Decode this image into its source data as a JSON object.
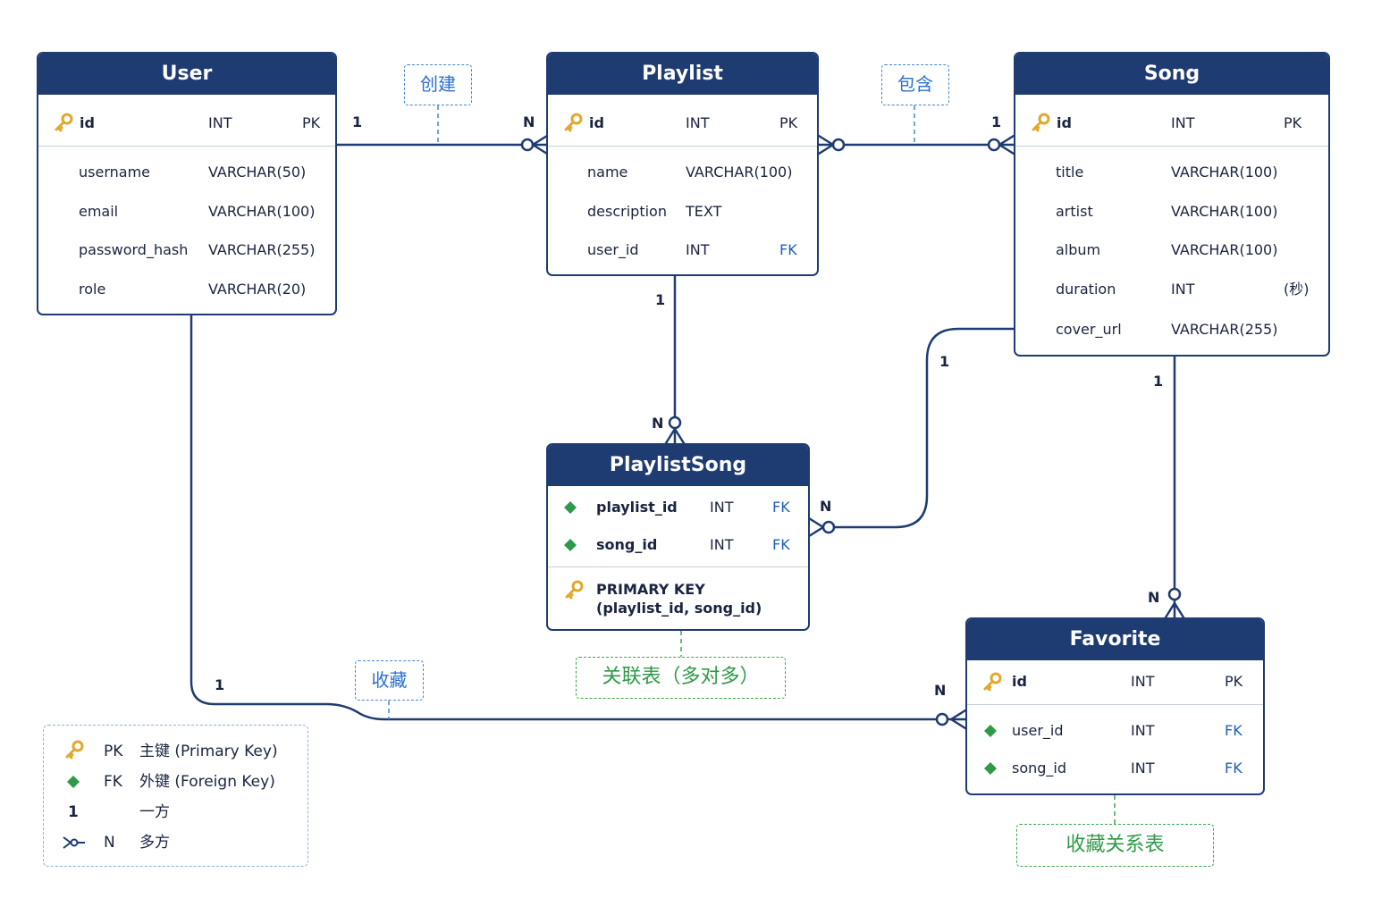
{
  "colors": {
    "header": "#1e3b72",
    "key": "#e0a92c",
    "fk_marker": "#2e9a49",
    "relation": "#2a6fcf",
    "note": "#2f9a47"
  },
  "entities": {
    "user": {
      "title": "User",
      "rows": [
        {
          "name": "id",
          "type": "INT",
          "key": "PK"
        },
        {
          "name": "username",
          "type": "VARCHAR(50)"
        },
        {
          "name": "email",
          "type": "VARCHAR(100)"
        },
        {
          "name": "password_hash",
          "type": "VARCHAR(255)"
        },
        {
          "name": "role",
          "type": "VARCHAR(20)"
        }
      ]
    },
    "playlist": {
      "title": "Playlist",
      "rows": [
        {
          "name": "id",
          "type": "INT",
          "key": "PK"
        },
        {
          "name": "name",
          "type": "VARCHAR(100)"
        },
        {
          "name": "description",
          "type": "TEXT"
        },
        {
          "name": "user_id",
          "type": "INT",
          "key": "FK"
        }
      ]
    },
    "song": {
      "title": "Song",
      "rows": [
        {
          "name": "id",
          "type": "INT",
          "key": "PK"
        },
        {
          "name": "title",
          "type": "VARCHAR(100)"
        },
        {
          "name": "artist",
          "type": "VARCHAR(100)"
        },
        {
          "name": "album",
          "type": "VARCHAR(100)"
        },
        {
          "name": "duration",
          "type": "INT",
          "note": "(秒)"
        },
        {
          "name": "cover_url",
          "type": "VARCHAR(255)"
        }
      ]
    },
    "playlist_song": {
      "title": "PlaylistSong",
      "rows": [
        {
          "name": "playlist_id",
          "type": "INT",
          "key": "FK"
        },
        {
          "name": "song_id",
          "type": "INT",
          "key": "FK"
        }
      ],
      "pk_label": "PRIMARY KEY",
      "pk_columns": "(playlist_id, song_id)"
    },
    "favorite": {
      "title": "Favorite",
      "rows": [
        {
          "name": "id",
          "type": "INT",
          "key": "PK"
        },
        {
          "name": "user_id",
          "type": "INT",
          "key": "FK"
        },
        {
          "name": "song_id",
          "type": "INT",
          "key": "FK"
        }
      ]
    }
  },
  "relations": {
    "create": "创建",
    "contain": "包含",
    "favorite": "收藏"
  },
  "cardinality": {
    "one": "1",
    "many": "N"
  },
  "notes": {
    "playlist_song": "关联表（多对多）",
    "favorite": "收藏关系表"
  },
  "legend": {
    "pk_code": "PK",
    "pk_text": "主键 (Primary Key)",
    "fk_code": "FK",
    "fk_text": "外键 (Foreign Key)",
    "one_code": "1",
    "one_text": "一方",
    "many_code": "N",
    "many_text": "多方"
  }
}
